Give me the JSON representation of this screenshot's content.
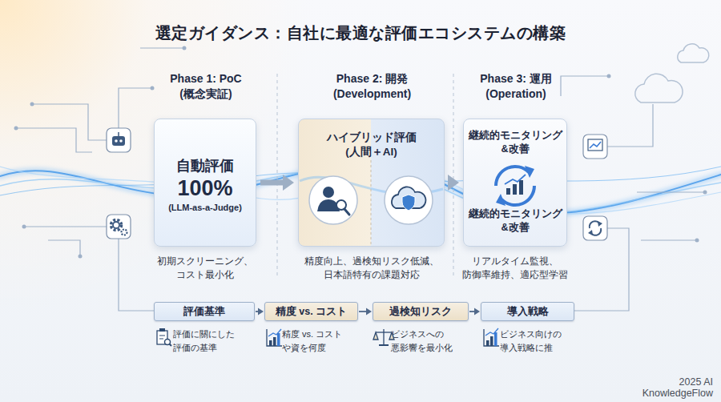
{
  "diagram": {
    "title": "選定ガイダンス：自社に最適な評価エコシステムの構築",
    "nodes": [
      {
        "text": [
          "Phase 1: PoC (概念実証)",
          "自動評価",
          "100%",
          "(LLM-as-a-Judge)"
        ]
      },
      {
        "text": [
          "Phase 2: 開発 (Development)",
          "ハイブリッド評価 (人間＋AI)"
        ]
      },
      {
        "text": [
          "Phase 3: 運用 (Operation)",
          "継続的モニタリング &改善",
          "継続的モニタリング &改善"
        ]
      },
      {
        "text": [
          "評価基準"
        ]
      },
      {
        "text": [
          "精度 vs. コスト"
        ]
      },
      {
        "text": [
          "過検知リスク"
        ]
      },
      {
        "text": [
          "導入戦略"
        ]
      }
    ],
    "edges": [
      {
        "from": 0,
        "to": 1,
        "arrow": "to"
      },
      {
        "from": 1,
        "to": 2,
        "arrow": "to"
      },
      {
        "from": 3,
        "to": 4,
        "arrow": "to"
      },
      {
        "from": 4,
        "to": 5,
        "arrow": "to"
      },
      {
        "from": 5,
        "to": 6,
        "arrow": "to"
      }
    ],
    "labels": [
      "初期スクリーニング、 コスト最小化",
      "精度向上、過検知リスク低減、 日本語特有の課題対応",
      "リアルタイム監視、 防御率維持、適応型学習",
      "評価に關にした 評価の基準",
      "精度 vs. コスト や資を何度",
      "ビジネスへの 悪影響を最小化",
      "ビジネス向けの 導入戦略に推",
      "2025 AI KnowledgeFlow"
    ]
  }
}
